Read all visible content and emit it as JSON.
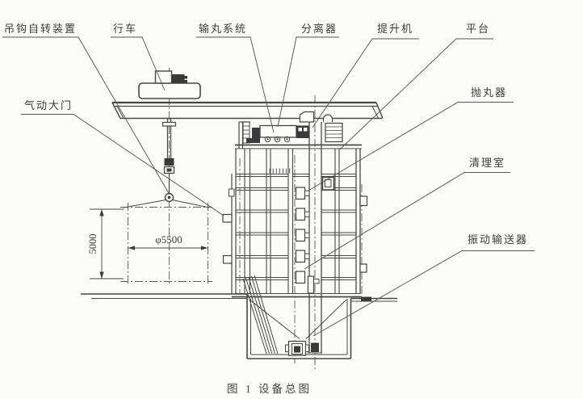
{
  "figure": {
    "caption": "图 1  设备总图"
  },
  "callouts": {
    "hook_rotation_device": "吊钩自转装置",
    "crane": "行车",
    "shot_conveying_system": "输丸系统",
    "separator": "分离器",
    "elevator": "提升机",
    "platform": "平台",
    "shot_blaster": "抛丸器",
    "cleaning_room": "清理室",
    "vibrating_conveyor": "振动输送器",
    "pneumatic_door": "气动大门"
  },
  "dimensions": {
    "height_mm": "5000",
    "diameter_mm": "φ5500"
  },
  "colors": {
    "paper": "#fbfbf9",
    "ink": "#474747",
    "ink_dark": "#333333",
    "label_text": "#3d3d3d"
  }
}
